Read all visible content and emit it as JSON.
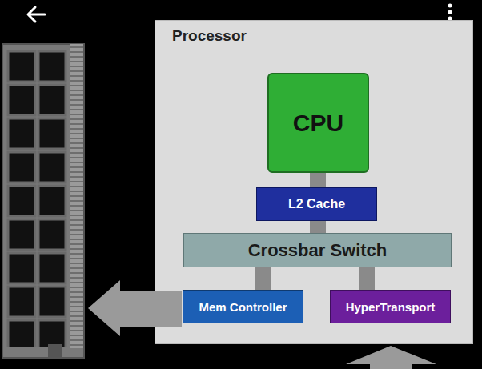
{
  "diagram": {
    "nodes": [
      {
        "text": [
          "Processor"
        ]
      },
      {
        "text": [
          "CPU"
        ],
        "in": 0
      },
      {
        "text": [
          "L2 Cache"
        ],
        "in": 0
      },
      {
        "text": [
          "Crossbar Switch"
        ],
        "in": 0
      },
      {
        "text": [
          "Mem Controller"
        ],
        "in": 0
      },
      {
        "text": [
          "HyperTransport"
        ],
        "in": 0
      }
    ],
    "edges": [
      {
        "from": 1,
        "to": 2,
        "arrow": "none"
      },
      {
        "from": 2,
        "to": 3,
        "arrow": "none"
      },
      {
        "from": 3,
        "to": 4,
        "arrow": "none"
      },
      {
        "from": 3,
        "to": 5,
        "arrow": "none"
      }
    ]
  }
}
